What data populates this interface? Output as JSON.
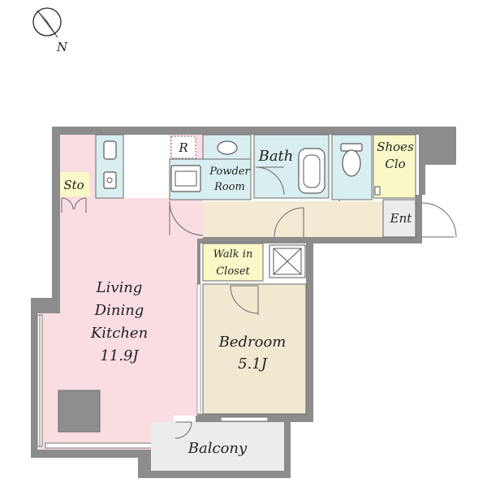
{
  "compass": {
    "north_label": "N"
  },
  "rooms": {
    "ldk": {
      "line1": "Living",
      "line2": "Dining",
      "line3": "Kitchen",
      "size": "11.9J"
    },
    "bedroom": {
      "name": "Bedroom",
      "size": "5.1J"
    },
    "balcony": {
      "name": "Balcony"
    },
    "bath": {
      "name": "Bath"
    },
    "powder": {
      "line1": "Powder",
      "line2": "Room"
    },
    "refrigerator": {
      "name": "R"
    },
    "storage": {
      "name": "Sto"
    },
    "shoes": {
      "line1": "Shoes",
      "line2": "Clo"
    },
    "entrance": {
      "name": "Ent"
    },
    "walkin": {
      "line1": "Walk in",
      "line2": "Closet"
    }
  },
  "colors": {
    "ldk": "#f9dde3",
    "bedroom": "#f1e8d2",
    "hallway": "#f3ead4",
    "wet": "#d9eef1",
    "closet": "#fbf8c8",
    "balcony": "#ececec",
    "entrance": "#ececec",
    "wall": "#8c8c8c",
    "table": "#8e8e8e"
  }
}
